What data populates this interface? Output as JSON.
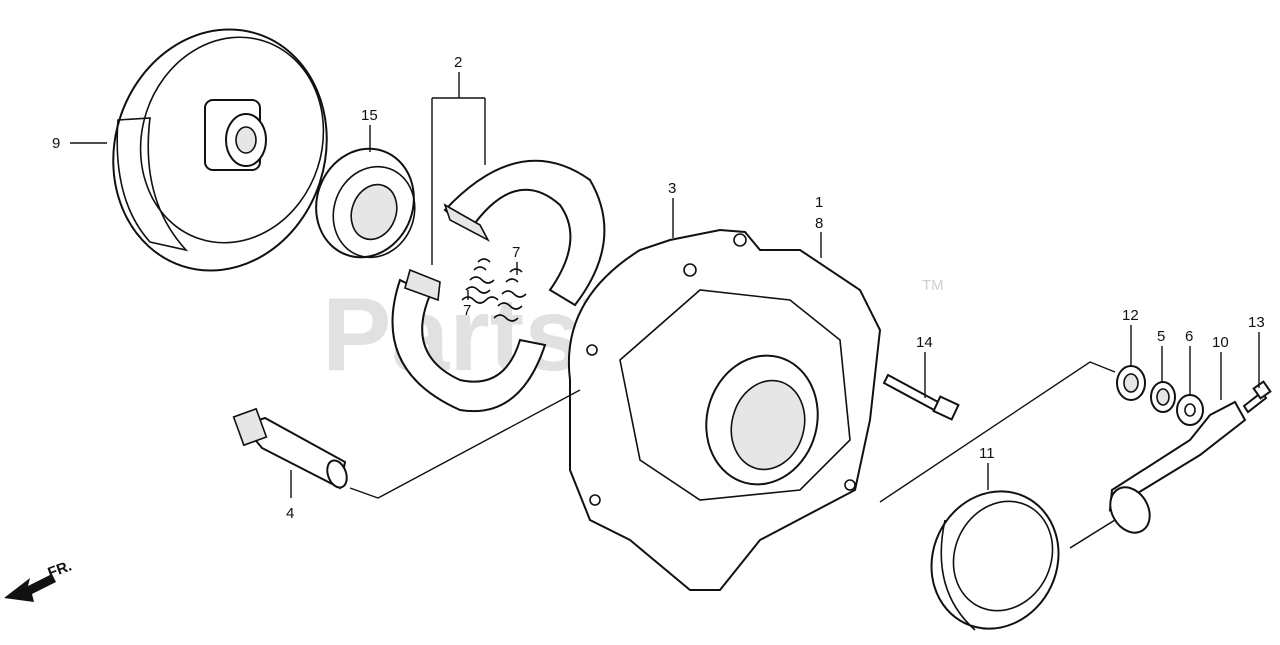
{
  "watermark": {
    "text": "PartsTree",
    "trademark": "TM"
  },
  "direction_marker": {
    "text": "FR."
  },
  "callouts": [
    {
      "id": "c9",
      "text": "9"
    },
    {
      "id": "c2",
      "text": "2"
    },
    {
      "id": "c15",
      "text": "15"
    },
    {
      "id": "c7a",
      "text": "7"
    },
    {
      "id": "c7b",
      "text": "7"
    },
    {
      "id": "c3",
      "text": "3"
    },
    {
      "id": "c1",
      "text": "1"
    },
    {
      "id": "c8",
      "text": "8"
    },
    {
      "id": "c14",
      "text": "14"
    },
    {
      "id": "c12",
      "text": "12"
    },
    {
      "id": "c5",
      "text": "5"
    },
    {
      "id": "c6",
      "text": "6"
    },
    {
      "id": "c10",
      "text": "10"
    },
    {
      "id": "c13",
      "text": "13"
    },
    {
      "id": "c11",
      "text": "11"
    },
    {
      "id": "c4",
      "text": "4"
    }
  ]
}
